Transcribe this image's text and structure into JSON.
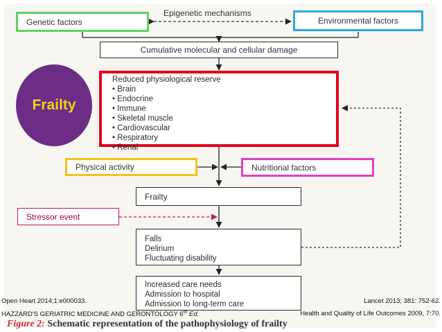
{
  "colors": {
    "genetic_border": "#5fd35f",
    "environmental_border": "#2aa9d8",
    "reserve_border": "#e3001b",
    "physical_border": "#f2c318",
    "nutritional_border": "#e13fbf",
    "stressor_border": "#c2185b",
    "stressor_text": "#b0003a",
    "frailty_circle": "#6b2d85",
    "frailty_label": "#f2d21a",
    "caption_color": "#d72638"
  },
  "diagram": {
    "epigenetic": "Epigenetic mechanisms",
    "genetic": "Genetic factors",
    "environmental": "Environmental factors",
    "damage": "Cumulative molecular and cellular damage",
    "reserve_title": "Reduced physiological reserve",
    "reserve_items": [
      "• Brain",
      "• Endocrine",
      "• Immune",
      "• Skeletal muscle",
      "• Cardiovascular",
      "• Respiratory",
      "• Renal"
    ],
    "physical": "Physical activity",
    "nutritional": "Nutritional factors",
    "frailty_box": "Frailty",
    "stressor": "Stressor event",
    "outcomes1": [
      "Falls",
      "Delirium",
      "Fluctuating disability"
    ],
    "outcomes2": [
      "Increased care needs",
      "Admission to hospital",
      "Admission to long-term care"
    ]
  },
  "badge": {
    "label": "Frailty"
  },
  "footer": {
    "ref_left1": "Open Heart 2014;1:e000033.",
    "ref_left2_main": "HAZZARD'S GERIATRIC  MEDICINE AND GERONTOLOGY 6",
    "ref_left2_sup": "th",
    "ref_left2_end": " Ed.",
    "ref_right1": "Lancet 2013; 381: 752-62.",
    "ref_right2": "Health and Quality of Life Outcomes 2009, 7:70."
  },
  "caption": {
    "label": "Figure 2:",
    "text": " Schematic representation of the pathophysiology of frailty"
  }
}
